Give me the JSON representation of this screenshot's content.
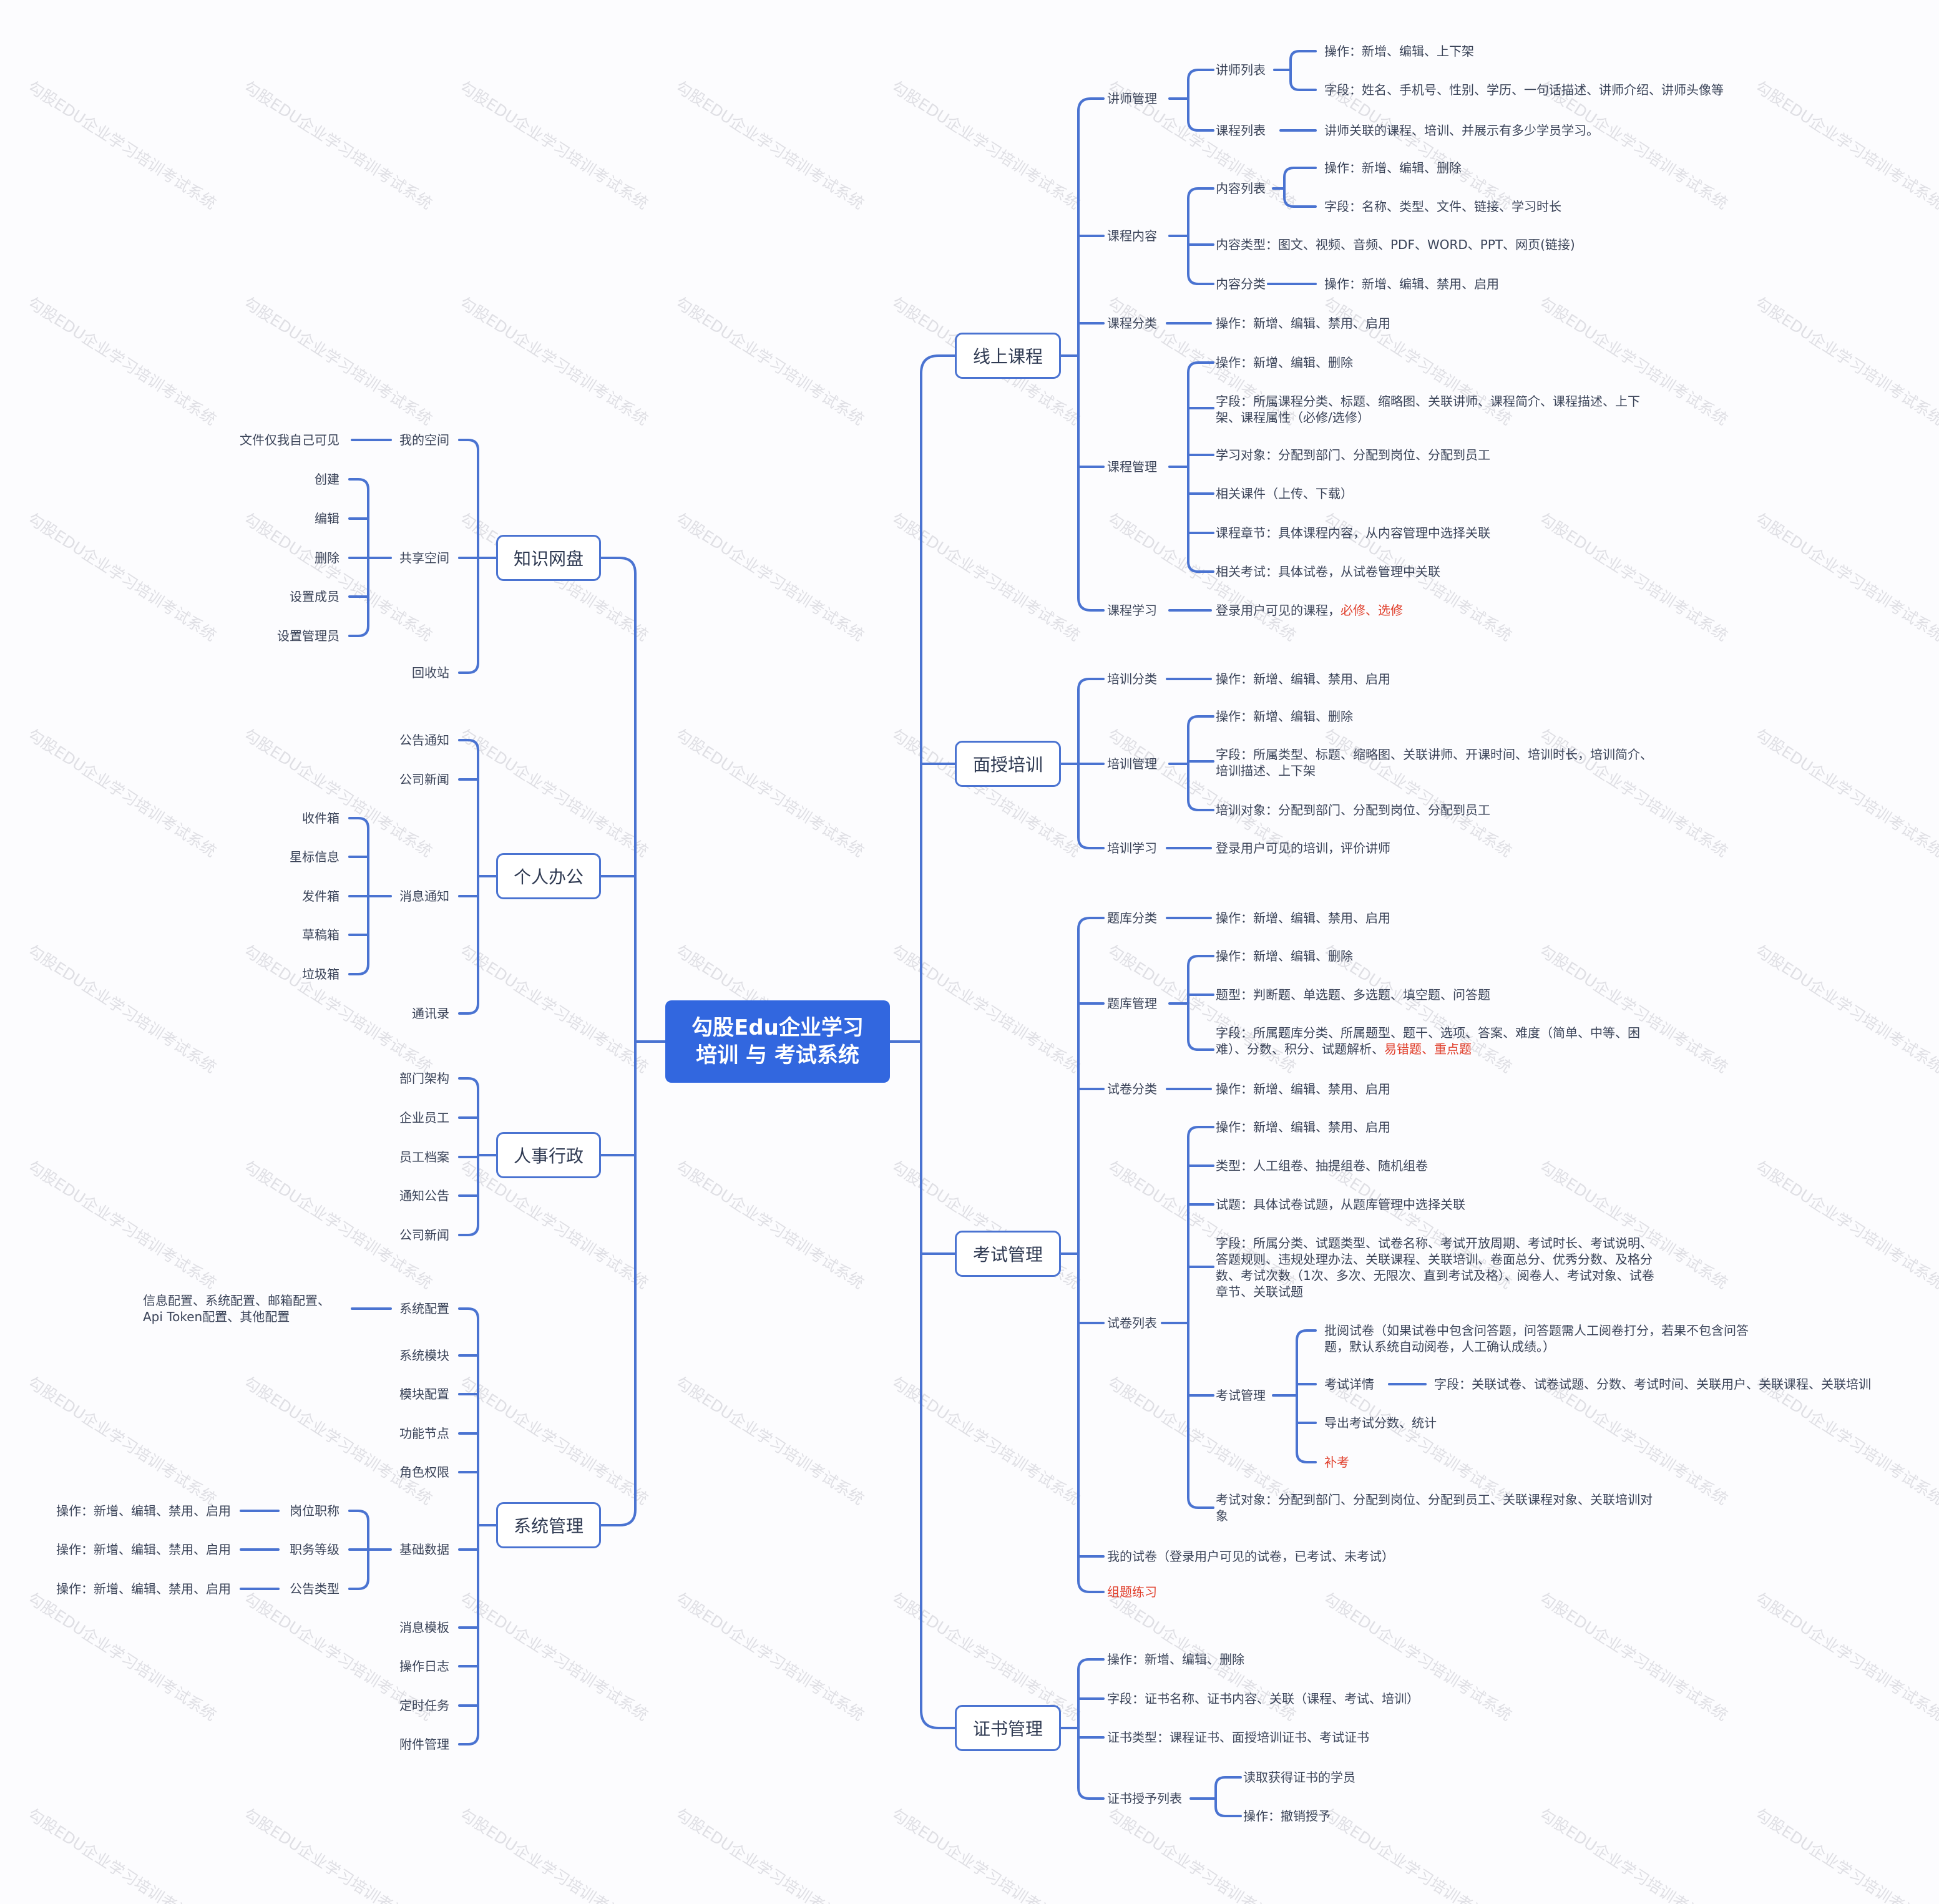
{
  "root": {
    "line1": "勾股Edu企业学习",
    "line2": "培训 与 考试系统"
  },
  "watermark": "勾股EDU企业学习培训考试系统",
  "colors": {
    "line": "#4a73d1",
    "root_bg": "#3267df",
    "highlight": "#e0402d"
  },
  "branches": {
    "online": "线上课程",
    "face": "面授培训",
    "exam": "考试管理",
    "cert": "证书管理",
    "kb": "知识网盘",
    "office": "个人办公",
    "hr": "人事行政",
    "sys": "系统管理"
  },
  "online": {
    "lecturer": "讲师管理",
    "lecturer_list": "讲师列表",
    "lecturer_ops": "操作：新增、编辑、上下架",
    "lecturer_fields": "字段：姓名、手机号、性别、学历、一句话描述、讲师介绍、讲师头像等",
    "course_list": "课程列表",
    "course_list_desc": "讲师关联的课程、培训、并展示有多少学员学习。",
    "content": "课程内容",
    "content_list": "内容列表",
    "content_ops": "操作：新增、编辑、删除",
    "content_fields": "字段：名称、类型、文件、链接、学习时长",
    "content_types": "内容类型：图文、视频、音频、PDF、WORD、PPT、网页(链接)",
    "content_cat": "内容分类",
    "content_cat_ops": "操作：新增、编辑、禁用、启用",
    "course_cat": "课程分类",
    "course_cat_ops": "操作：新增、编辑、禁用、启用",
    "course_mgmt": "课程管理",
    "cm_ops": "操作：新增、编辑、删除",
    "cm_fields_1": "字段：所属课程分类、标题、缩略图、关联讲师、课程简介、课程描述、上下",
    "cm_fields_2": "架、课程属性（必修/选修）",
    "cm_target": "学习对象：分配到部门、分配到岗位、分配到员工",
    "cm_files": "相关课件（上传、下载）",
    "cm_chapters": "课程章节：具体课程内容，从内容管理中选择关联",
    "cm_exam": "相关考试：具体试卷，从试卷管理中关联",
    "learn": "课程学习",
    "learn_desc": "登录用户可见的课程，",
    "learn_req": "必修",
    "learn_sep": "、",
    "learn_opt": "选修"
  },
  "face": {
    "cat": "培训分类",
    "cat_ops": "操作：新增、编辑、禁用、启用",
    "mgmt": "培训管理",
    "ops": "操作：新增、编辑、删除",
    "fields_1": "字段：所属类型、标题、缩略图、关联讲师、开课时间、培训时长，培训简介、",
    "fields_2": "培训描述、上下架",
    "target": "培训对象：分配到部门、分配到岗位、分配到员工",
    "learn": "培训学习",
    "learn_desc": "登录用户可见的培训，评价讲师"
  },
  "exam": {
    "bank_cat": "题库分类",
    "bank_cat_ops": "操作：新增、编辑、禁用、启用",
    "bank": "题库管理",
    "bank_ops": "操作：新增、编辑、删除",
    "bank_types": "题型：判断题、单选题、多选题、填空题、问答题",
    "bank_fields_1": "字段：所属题库分类、所属题型、题干、选项、答案、难度（简单、中等、困",
    "bank_fields_2": "难）、分数、积分、试题解析、",
    "bank_wrong": "易错题",
    "bank_sep": "、",
    "bank_key": "重点题",
    "paper_cat": "试卷分类",
    "paper_cat_ops": "操作：新增、编辑、禁用、启用",
    "paper_list": "试卷列表",
    "paper_ops": "操作：新增、编辑、禁用、启用",
    "paper_types": "类型：人工组卷、抽提组卷、随机组卷",
    "paper_q": "试题：具体试卷试题，从题库管理中选择关联",
    "paper_f1": "字段：所属分类、试题类型、试卷名称、考试开放周期、考试时长、考试说明、",
    "paper_f2": "答题规则、违规处理办法、关联课程、关联培训、卷面总分、优秀分数、及格分",
    "paper_f3": "数、考试次数（1次、多次、无限次、直到考试及格）、阅卷人、考试对象、试卷",
    "paper_f4": "章节、关联试题",
    "exam_mgmt": "考试管理",
    "grade_1": "批阅试卷（如果试卷中包含问答题，问答题需人工阅卷打分，若果不包含问答",
    "grade_2": "题，默认系统自动阅卷，人工确认成绩。）",
    "detail": "考试详情",
    "detail_fields": "字段：关联试卷、试卷试题、分数、考试时间、关联用户、关联课程、关联培训",
    "export": "导出考试分数、统计",
    "makeup": "补考",
    "target_1": "考试对象：分配到部门、分配到岗位、分配到员工、关联课程对象、关联培训对",
    "target_2": "象",
    "my": "我的试卷（登录用户可见的试卷，已考试、未考试）",
    "practice": "组题练习"
  },
  "cert": {
    "ops": "操作：新增、编辑、删除",
    "fields": "字段：证书名称、证书内容、关联（课程、考试、培训）",
    "types": "证书类型：课程证书、面授培训证书、考试证书",
    "grant": "证书授予列表",
    "read": "读取获得证书的学员",
    "revoke": "操作：撤销授予"
  },
  "kb": {
    "my": "我的空间",
    "my_desc": "文件仅我自己可见",
    "share": "共享空间",
    "create": "创建",
    "edit": "编辑",
    "del": "删除",
    "members": "设置成员",
    "admins": "设置管理员",
    "recycle": "回收站"
  },
  "office": {
    "notice": "公告通知",
    "news": "公司新闻",
    "msg": "消息通知",
    "inbox": "收件箱",
    "star": "星标信息",
    "sent": "发件箱",
    "draft": "草稿箱",
    "trash": "垃圾箱",
    "contacts": "通讯录"
  },
  "hr": {
    "dept": "部门架构",
    "emp": "企业员工",
    "files": "员工档案",
    "notice": "通知公告",
    "news": "公司新闻"
  },
  "sys": {
    "config": "系统配置",
    "config_d1": "信息配置、系统配置、邮箱配置、",
    "config_d2": "Api Token配置、其他配置",
    "module": "系统模块",
    "module_cfg": "模块配置",
    "func": "功能节点",
    "role": "角色权限",
    "basic": "基础数据",
    "post": "岗位职称",
    "post_ops": "操作：新增、编辑、禁用、启用",
    "level": "职务等级",
    "level_ops": "操作：新增、编辑、禁用、启用",
    "ntype": "公告类型",
    "ntype_ops": "操作：新增、编辑、禁用、启用",
    "msg_tpl": "消息模板",
    "log": "操作日志",
    "cron": "定时任务",
    "attach": "附件管理"
  }
}
